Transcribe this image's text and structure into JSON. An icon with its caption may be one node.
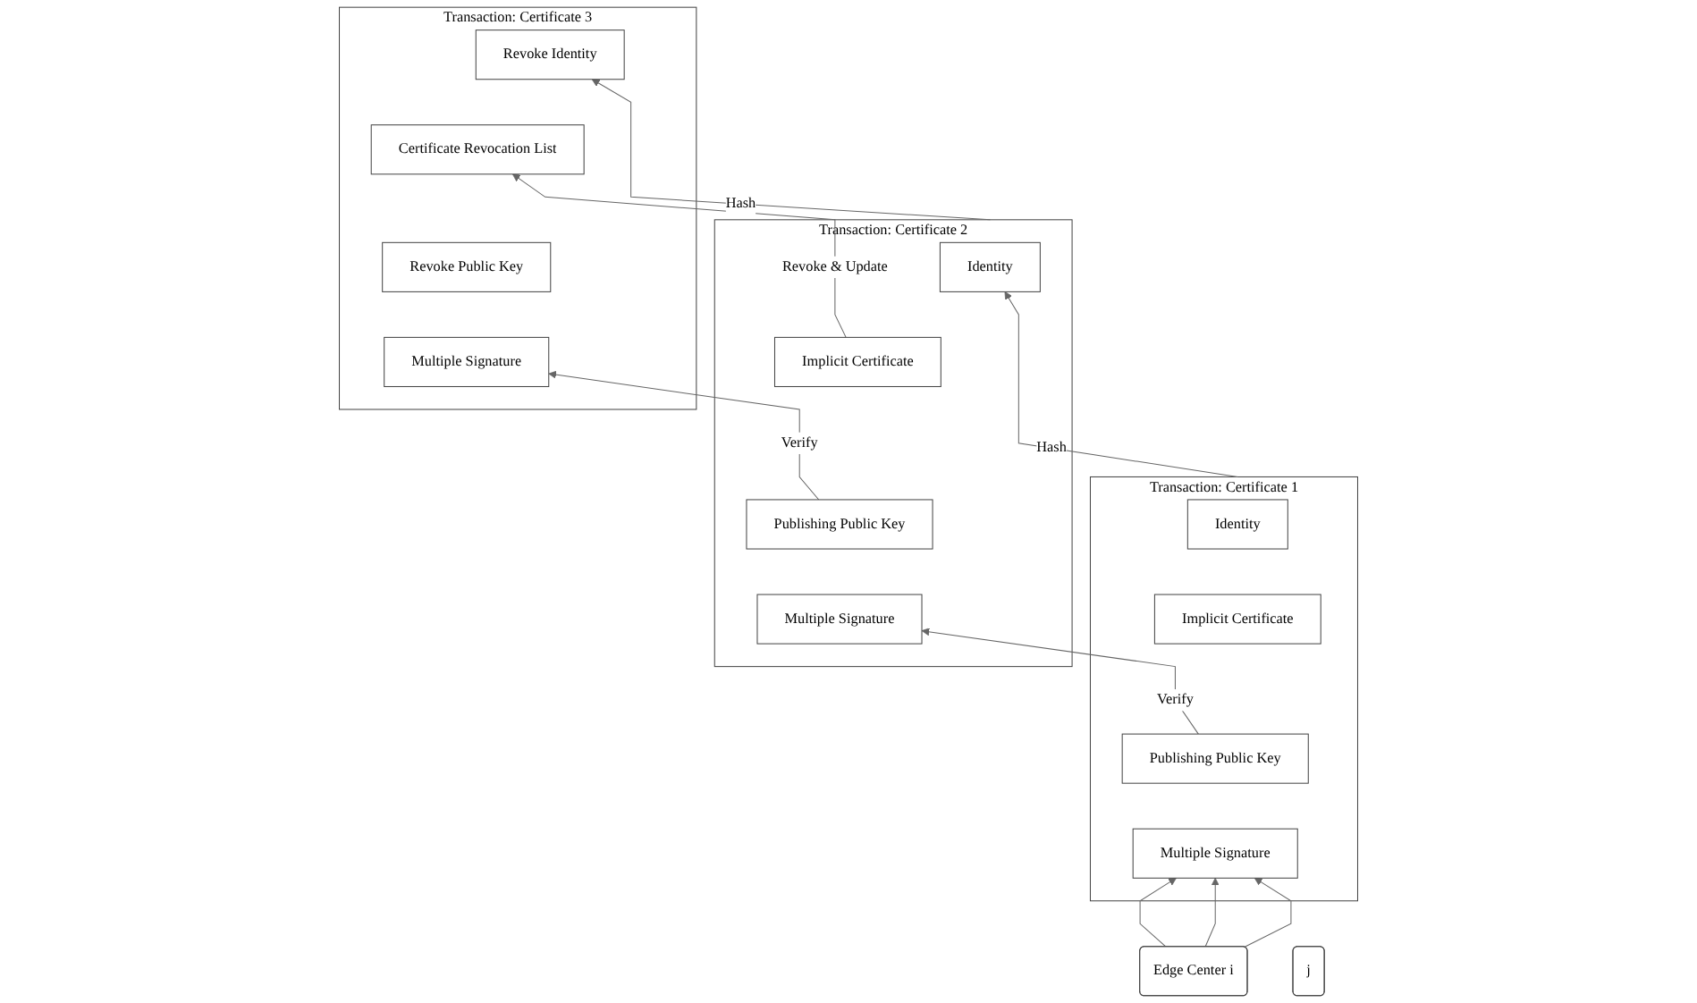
{
  "diagram": {
    "nodes": [
      {
        "text": [
          "Transaction: Certificate 1"
        ]
      },
      {
        "text": [
          "Identity"
        ],
        "in": 0
      },
      {
        "text": [
          "Implicit Certificate"
        ],
        "in": 0
      },
      {
        "text": [
          "Publishing Public Key"
        ],
        "in": 0
      },
      {
        "text": [
          "Multiple Signature"
        ],
        "in": 0
      },
      {
        "text": [
          "Transaction: Certificate 2"
        ]
      },
      {
        "text": [
          "Identity"
        ],
        "in": 5
      },
      {
        "text": [
          "Implicit Certificate"
        ],
        "in": 5
      },
      {
        "text": [
          "Publishing Public Key"
        ],
        "in": 5
      },
      {
        "text": [
          "Multiple Signature"
        ],
        "in": 5
      },
      {
        "text": [
          "Transaction: Certificate 3"
        ]
      },
      {
        "text": [
          "Revoke Identity"
        ],
        "in": 10
      },
      {
        "text": [
          "Certificate Revocation List"
        ],
        "in": 10
      },
      {
        "text": [
          "Revoke Public Key"
        ],
        "in": 10
      },
      {
        "text": [
          "Multiple Signature"
        ],
        "in": 10
      },
      {
        "text": [
          "Edge Center i"
        ]
      },
      {
        "text": [
          "j"
        ]
      }
    ],
    "edges": [
      {
        "from": 15,
        "to": 4,
        "arrow": "to"
      },
      {
        "from": 15,
        "to": 4,
        "arrow": "to"
      },
      {
        "from": 15,
        "to": 4,
        "arrow": "to"
      },
      {
        "from": 0,
        "to": 6,
        "arrow": "to",
        "label": "Hash"
      },
      {
        "from": 5,
        "to": 11,
        "arrow": "to",
        "label": "Hash"
      },
      {
        "from": 7,
        "to": 12,
        "arrow": "to",
        "label": "Revoke & Update"
      },
      {
        "from": 3,
        "to": 9,
        "arrow": "to",
        "label": "Verify"
      },
      {
        "from": 8,
        "to": 14,
        "arrow": "to",
        "label": "Verify"
      }
    ]
  }
}
